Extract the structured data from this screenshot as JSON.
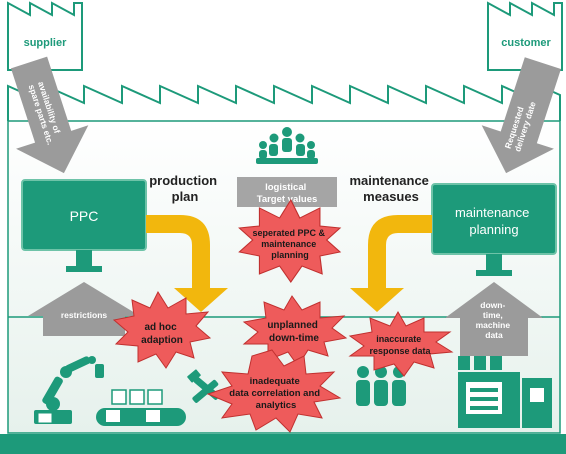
{
  "supplier": {
    "label": "supplier"
  },
  "customer": {
    "label": "customer"
  },
  "arrows": {
    "spare_parts": {
      "line1": "availability of",
      "line2": "spare parts etc."
    },
    "delivery_date": {
      "line1": "Requested",
      "line2": "delivery date"
    },
    "restrictions": {
      "label": "restrictions"
    },
    "machine_data": {
      "line1": "down-",
      "line2": "time,",
      "line3": "machine",
      "line4": "data"
    }
  },
  "systems": {
    "ppc": {
      "label": "PPC"
    },
    "maintenance_planning": {
      "line1": "maintenance",
      "line2": "planning"
    }
  },
  "flows": {
    "production_plan": {
      "line1": "production",
      "line2": "plan"
    },
    "maintenance_measures": {
      "line1": "maintenance",
      "line2": "measues"
    }
  },
  "logistical": {
    "line1": "logistical",
    "line2": "Target values"
  },
  "problems": {
    "separated": {
      "line1": "seperated  PPC &",
      "line2": "maintenance",
      "line3": "planning"
    },
    "adhoc": {
      "line1": "ad hoc",
      "line2": "adaption"
    },
    "unplanned": {
      "line1": "unplanned",
      "line2": "down-time"
    },
    "inaccurate": {
      "line1": "inaccurate",
      "line2": "response data"
    },
    "inadequate": {
      "line1": "inadequate",
      "line2": "data correlation and",
      "line3": "analytics"
    }
  },
  "colors": {
    "green": "#1d9a7a",
    "light_green": "#e8f4ef",
    "gray": "#9b9b9b",
    "yellow": "#f2b70d",
    "starburst": "#ee5b5b",
    "starburst_stroke": "#c0302f"
  }
}
